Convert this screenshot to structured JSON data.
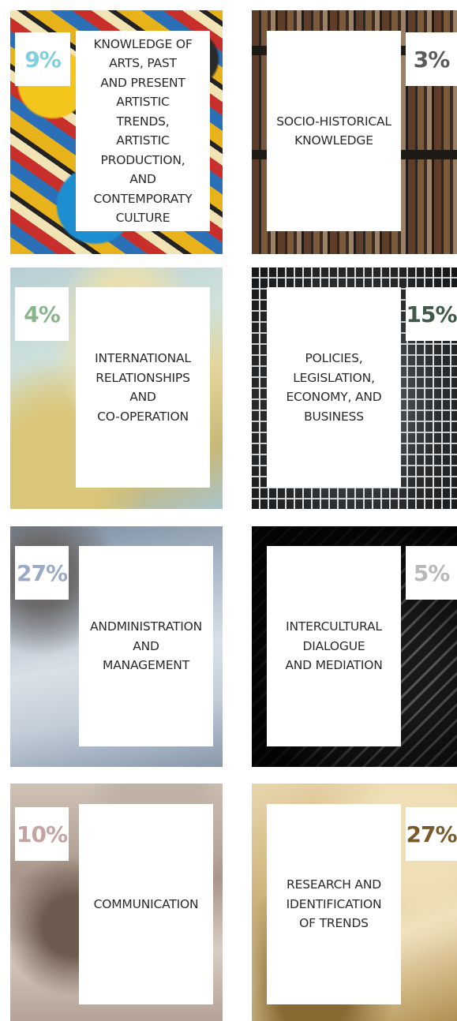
{
  "tiles": [
    {
      "label": "KNOWLEDGE OF\nARTS, PAST\nAND PRESENT\nARTISTIC\nTRENDS,\nARTISTIC\nPRODUCTION,\nAND\nCONTEMPORATY\nCULTURE",
      "percent": "9%",
      "percent_value": 9,
      "percent_color": "#7ecfe0",
      "image": "graffiti-art"
    },
    {
      "label": "SOCIO-HISTORICAL\nKNOWLEDGE",
      "percent": "3%",
      "percent_value": 3,
      "percent_color": "#5a5a5a",
      "image": "library-bookshelves"
    },
    {
      "label": "INTERNATIONAL\nRELATIONSHIPS\nAND\nCO-OPERATION",
      "percent": "4%",
      "percent_value": 4,
      "percent_color": "#8ab58a",
      "image": "world-map"
    },
    {
      "label": "POLICIES,\nLEGISLATION,\nECONOMY, AND\nBUSINESS",
      "percent": "15%",
      "percent_value": 15,
      "percent_color": "#3f5a4a",
      "image": "archive-building"
    },
    {
      "label": "ANDMINISTRATION\nAND\nMANAGEMENT",
      "percent": "27%",
      "percent_value": 27,
      "percent_color": "#9aaac4",
      "image": "hand-writing"
    },
    {
      "label": "INTERCULTURAL\nDIALOGUE\nAND MEDIATION",
      "percent": "5%",
      "percent_value": 5,
      "percent_color": "#b8b8b8",
      "image": "microphone-grille"
    },
    {
      "label": "COMMUNICATION",
      "percent": "10%",
      "percent_value": 10,
      "percent_color": "#c4a3a0",
      "image": "vintage-radio-microphone"
    },
    {
      "label": "RESEARCH AND\nIDENTIFICATION\nOF TRENDS",
      "percent": "27%",
      "percent_value": 27,
      "percent_color": "#7a5a2a",
      "image": "magnifying-glass-stamps"
    }
  ]
}
